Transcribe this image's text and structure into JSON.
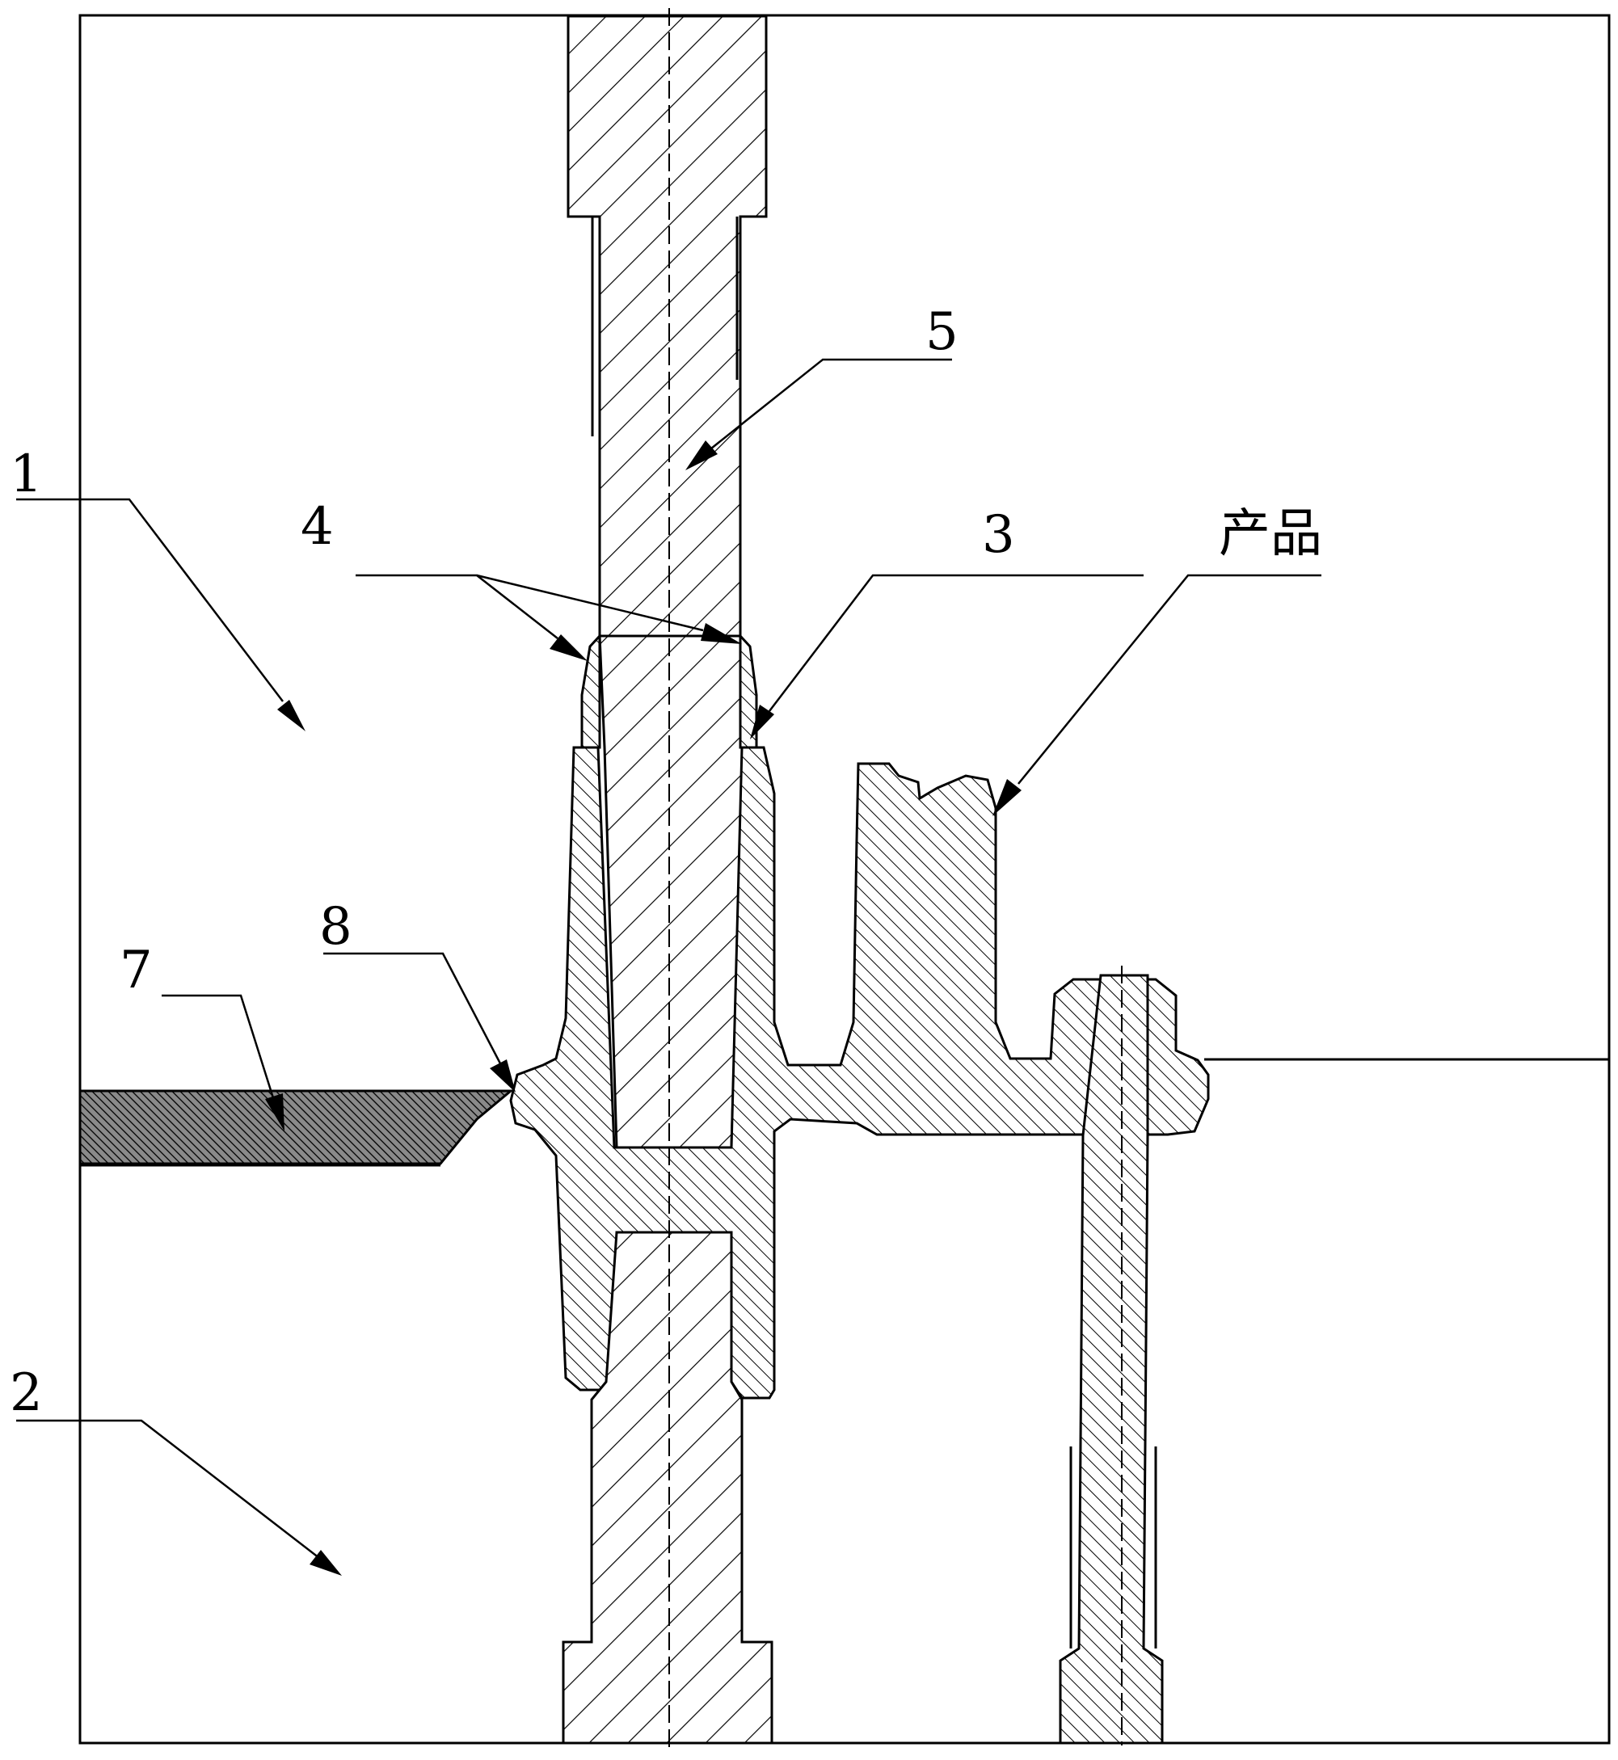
{
  "labels": {
    "l1": "1",
    "l2": "2",
    "l3": "3",
    "l4": "4",
    "l5": "5",
    "l7": "7",
    "l8": "8",
    "product": "产品"
  },
  "colors": {
    "line": "#000000",
    "background": "#ffffff",
    "fill_dark": "#4a4a4a"
  }
}
